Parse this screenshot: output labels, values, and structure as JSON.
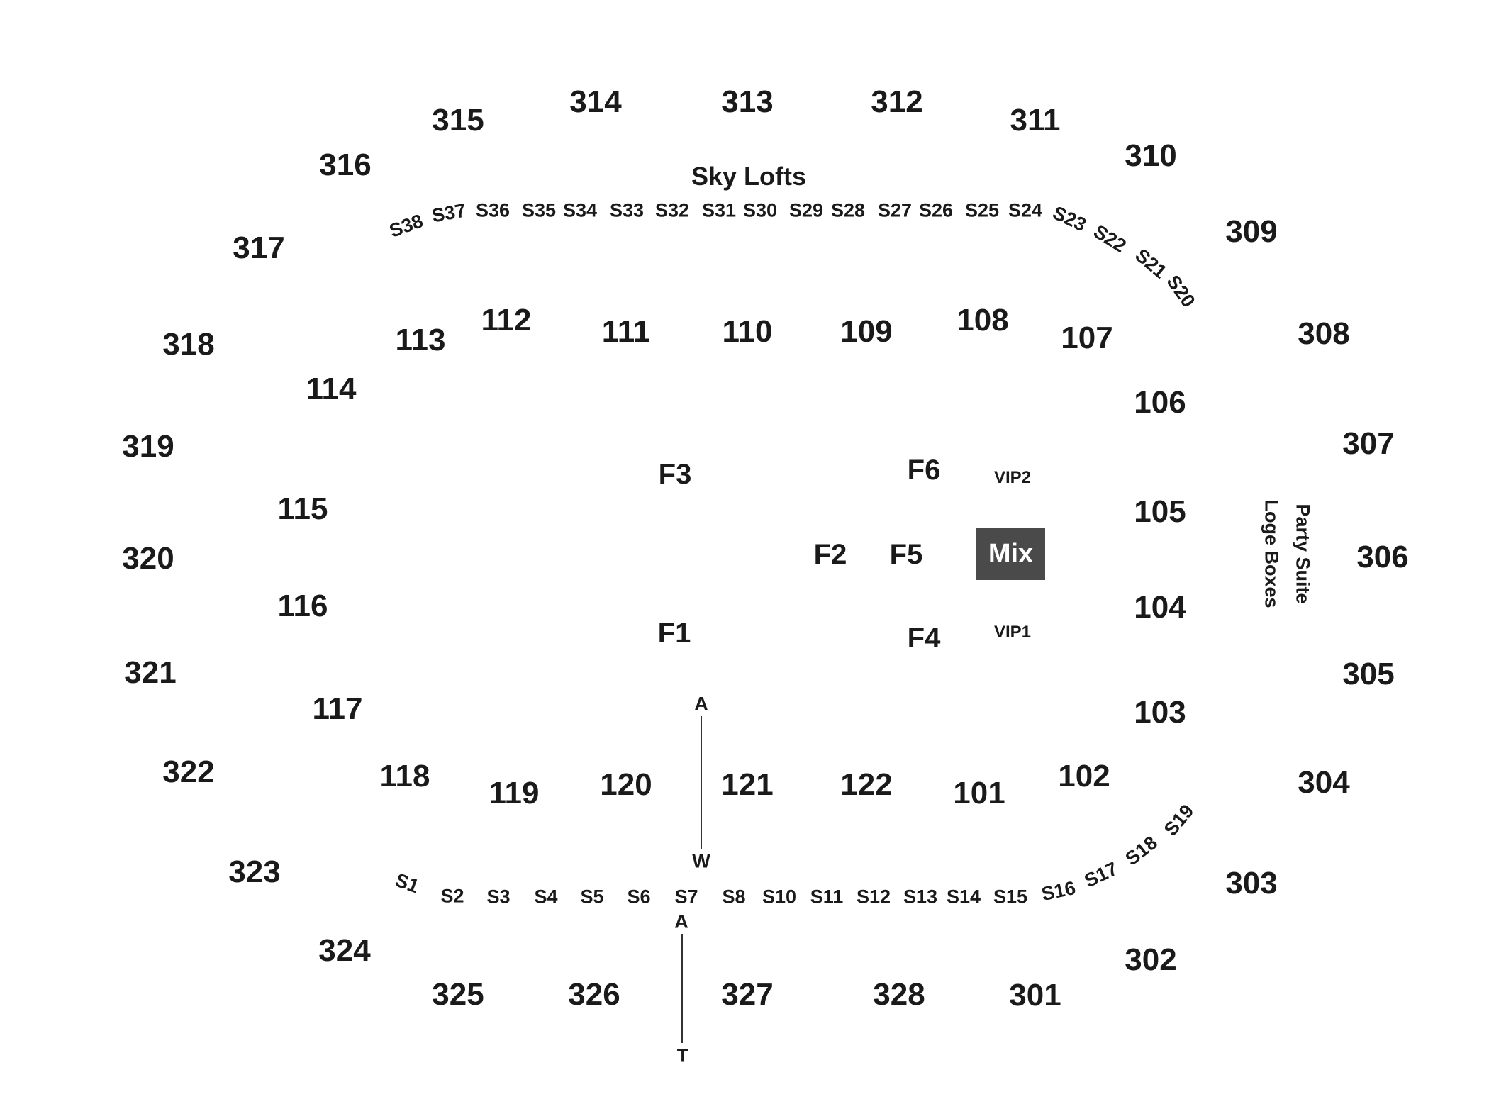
{
  "colors": {
    "text": "#1a1a1a",
    "mix_box": "#4a4a4a",
    "mix_text": "#ffffff",
    "line": "#333333"
  },
  "upper_level": [
    "301",
    "302",
    "303",
    "304",
    "305",
    "306",
    "307",
    "308",
    "309",
    "310",
    "311",
    "312",
    "313",
    "314",
    "315",
    "316",
    "317",
    "318",
    "319",
    "320",
    "321",
    "322",
    "323",
    "324",
    "325",
    "326",
    "327",
    "328"
  ],
  "lower_level": [
    "101",
    "102",
    "103",
    "104",
    "105",
    "106",
    "107",
    "108",
    "109",
    "110",
    "111",
    "112",
    "113",
    "114",
    "115",
    "116",
    "117",
    "118",
    "119",
    "120",
    "121",
    "122"
  ],
  "floor": [
    "F1",
    "F2",
    "F3",
    "F4",
    "F5",
    "F6"
  ],
  "vip": [
    "VIP1",
    "VIP2"
  ],
  "mix_label": "Mix",
  "sky_lofts_title": "Sky Lofts",
  "suites_top": [
    "S20",
    "S21",
    "S22",
    "S23",
    "S24",
    "S25",
    "S26",
    "S27",
    "S28",
    "S29",
    "S30",
    "S31",
    "S32",
    "S33",
    "S34",
    "S35",
    "S36",
    "S37",
    "S38"
  ],
  "suites_bottom": [
    "S1",
    "S2",
    "S3",
    "S4",
    "S5",
    "S6",
    "S7",
    "S8",
    "S10",
    "S11",
    "S12",
    "S13",
    "S14",
    "S15",
    "S16",
    "S17",
    "S18",
    "S19"
  ],
  "side_labels": {
    "party_suite": "Party Suite",
    "loge_boxes": "Loge Boxes"
  },
  "markers": {
    "aw_top": "A",
    "aw_bottom": "W",
    "at_top": "A",
    "at_bottom": "T"
  }
}
